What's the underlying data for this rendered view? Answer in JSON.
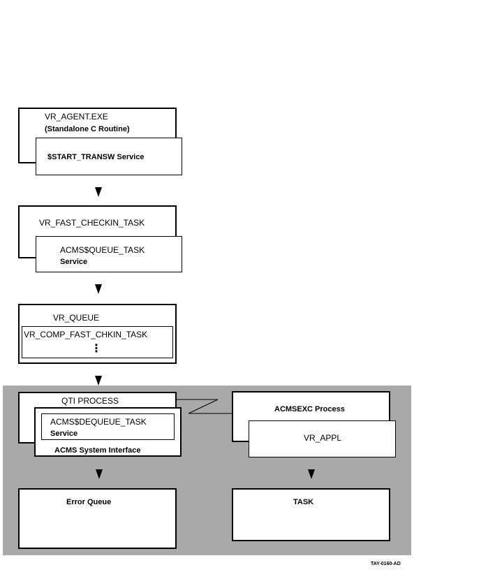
{
  "colors": {
    "shade": "#a9a9a9",
    "line": "#000000",
    "box_fill": "#ffffff"
  },
  "agent": {
    "title": "VR_AGENT.EXE",
    "subtitle": "(Standalone C Routine)",
    "service": "$START_TRANSW Service"
  },
  "checkin": {
    "title": "VR_FAST_CHECKIN_TASK",
    "service_line1": "ACMS$QUEUE_TASK",
    "service_line2": "Service"
  },
  "queue": {
    "title": "VR_QUEUE",
    "item": "VR_COMP_FAST_CHKIN_TASK",
    "ellipsis": "⋮"
  },
  "qti": {
    "title": "QTI PROCESS",
    "service_line1": "ACMS$DEQUEUE_TASK",
    "service_line2": "Service",
    "interface": "ACMS System Interface"
  },
  "acmsexc": {
    "title": "ACMSEXC Process",
    "appl": "VR_APPL"
  },
  "error_queue": {
    "title": "Error Queue"
  },
  "task": {
    "title": "TASK"
  },
  "figure_id": "TAY-0160-AD"
}
